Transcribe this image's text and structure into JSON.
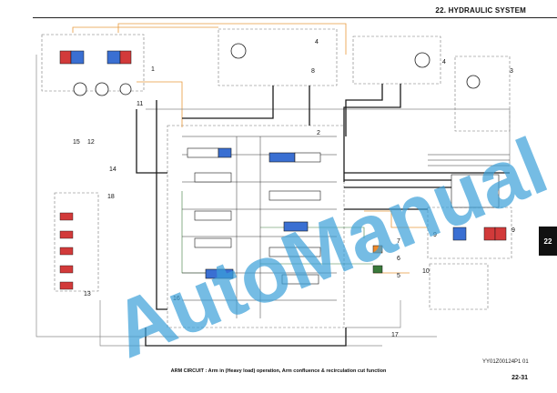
{
  "header": {
    "section_title": "22. HYDRAULIC SYSTEM"
  },
  "side_tab": {
    "label": "22"
  },
  "watermark": {
    "text": "AutoManual",
    "color": "#3aa0d8"
  },
  "figure": {
    "doc_code": "YY01Z00124P1 01",
    "caption": "ARM CIRCUIT : Arm in (Heavy load) operation, Arm confluence & recirculation cut function"
  },
  "page_number": "22-31",
  "callouts": [
    "1",
    "2",
    "3",
    "4",
    "4",
    "5",
    "6",
    "7",
    "8",
    "9",
    "9",
    "10",
    "11",
    "12",
    "13",
    "14",
    "15",
    "16",
    "17",
    "18"
  ],
  "colors": {
    "pressure_line": "#1a1a1a",
    "pilot_line": "#e89a3c",
    "return_line": "#7a7a7a",
    "signal_line": "#3a7a3a",
    "valve_red": "#d23a3a",
    "valve_blue": "#3a6fd2",
    "valve_orange": "#f08a2a"
  }
}
